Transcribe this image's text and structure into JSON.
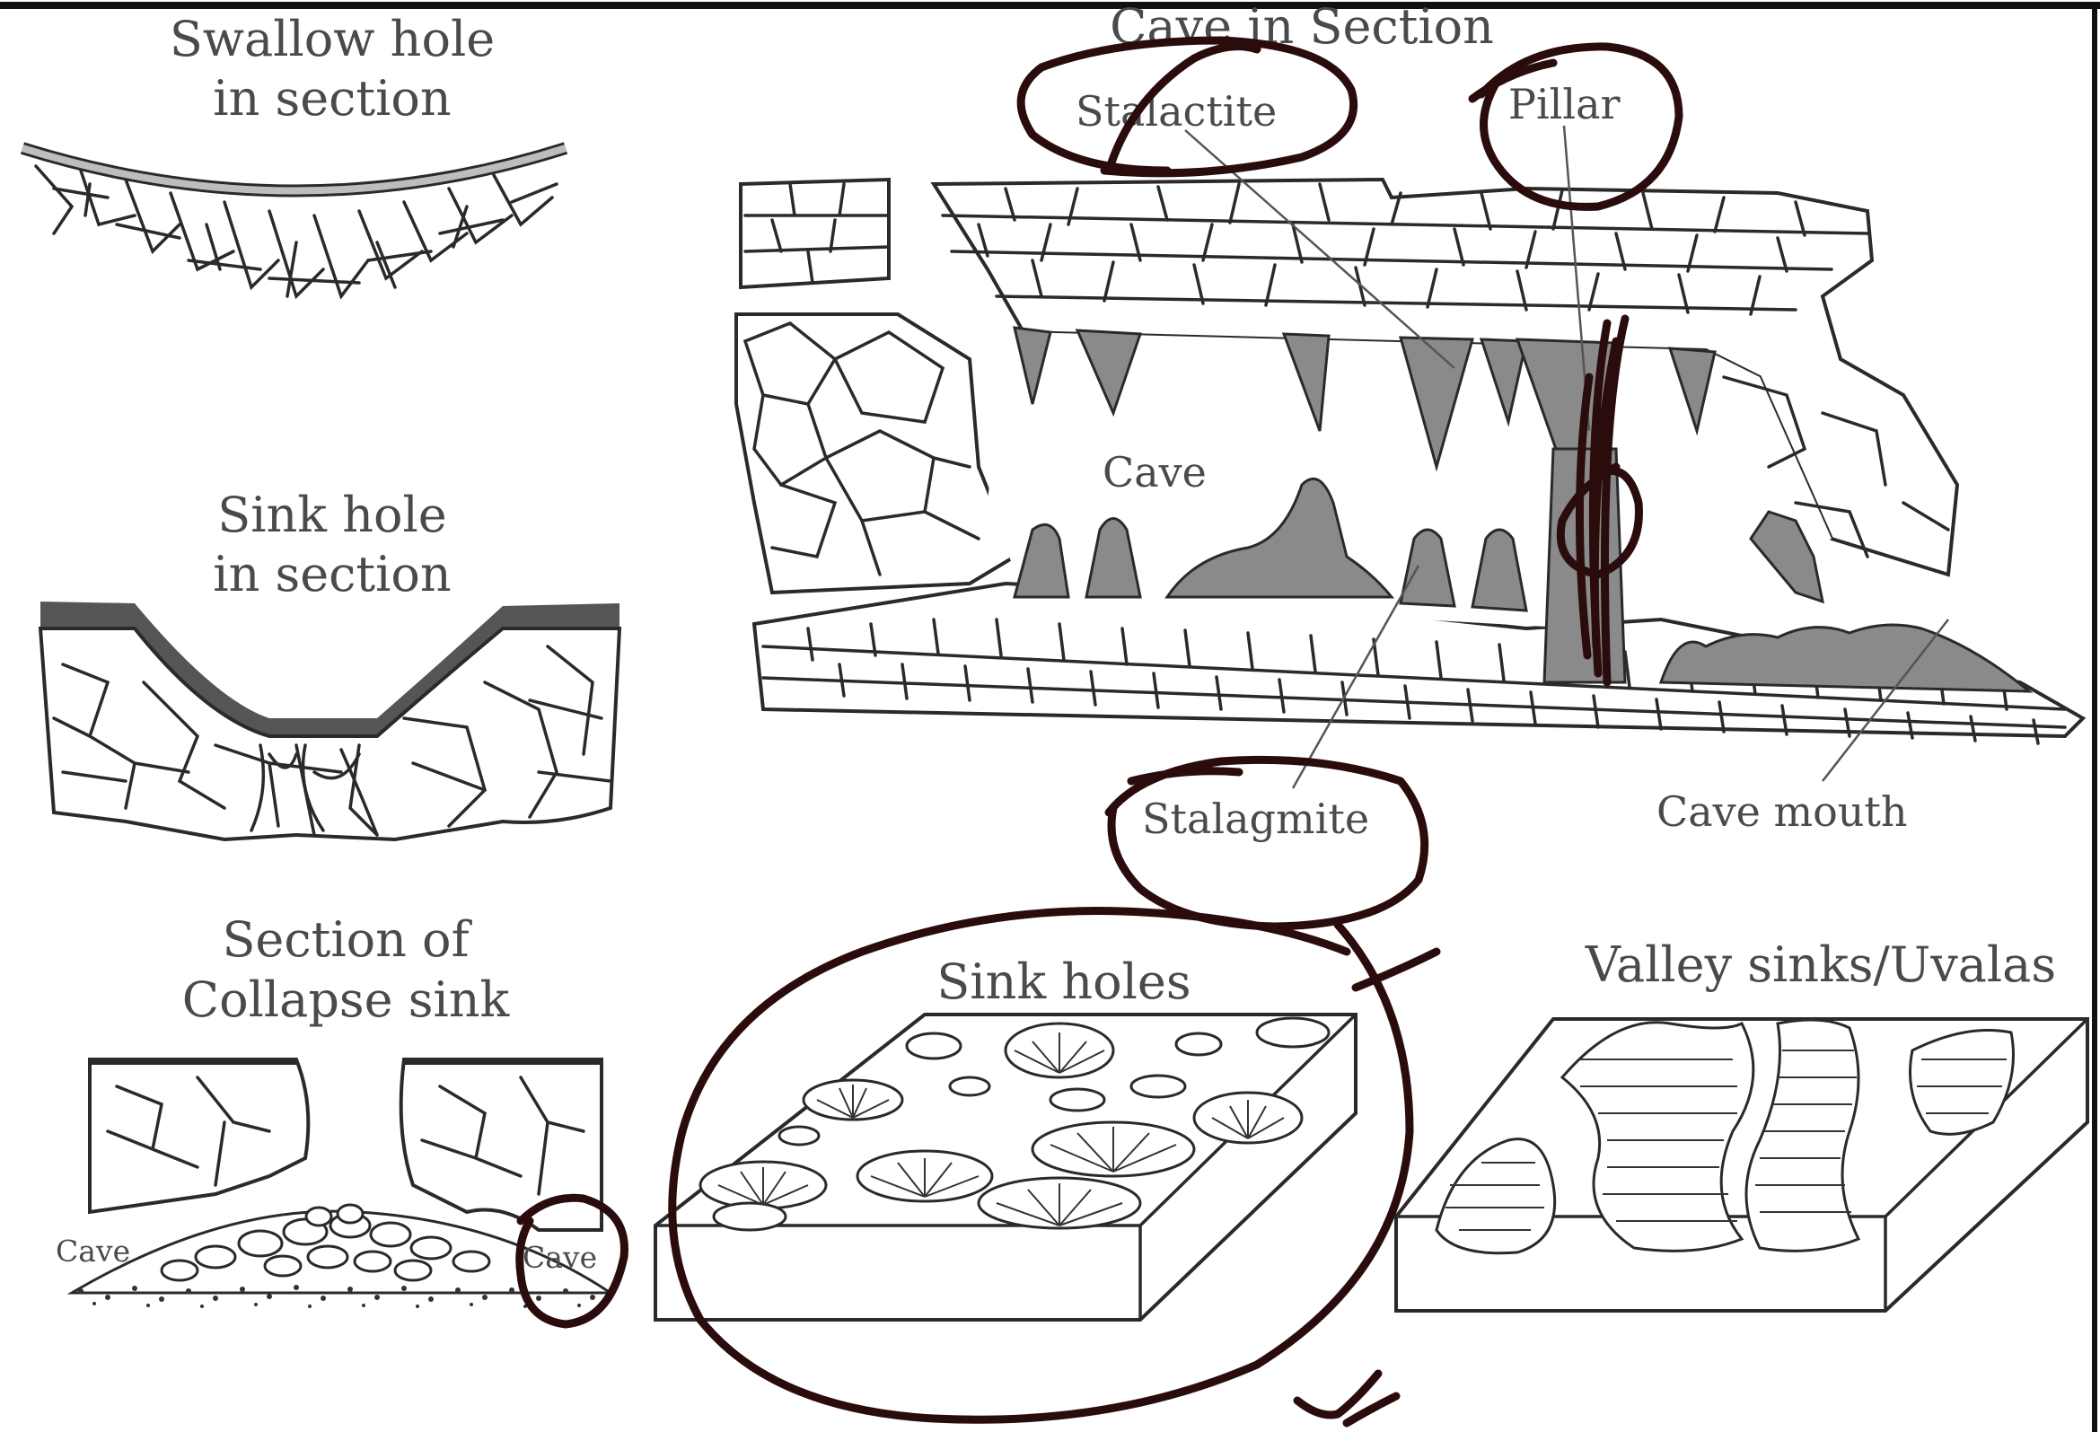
{
  "labels": {
    "swallow_hole": [
      "Swallow hole",
      "in section"
    ],
    "cave_in_section": "Cave in Section",
    "stalactite": "Stalactite",
    "pillar": "Pillar",
    "cave": "Cave",
    "sink_hole_section": [
      "Sink hole",
      "in section"
    ],
    "stalagmite": "Stalagmite",
    "cave_mouth": "Cave mouth",
    "collapse_sink": [
      "Section of",
      "Collapse sink"
    ],
    "collapse_cave_left": "Cave",
    "collapse_cave_right": "Cave",
    "sink_holes": "Sink holes",
    "valley_sinks": "Valley sinks/Uvalas"
  },
  "colors": {
    "background": "#ffffff",
    "line": "#2a2a2a",
    "fill_grey": "#8a8a8a",
    "label_text": "#4a4a4a",
    "annotation_ink": "#2b0c0c"
  }
}
